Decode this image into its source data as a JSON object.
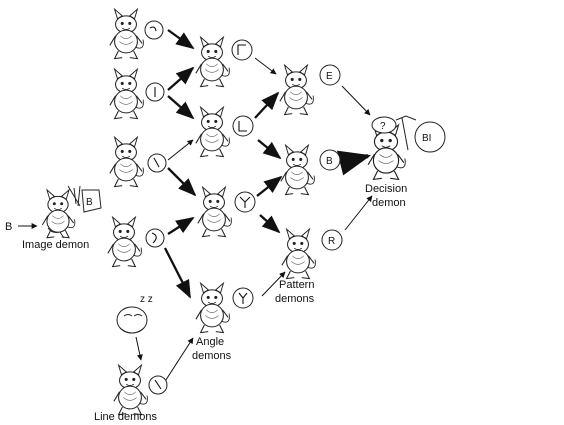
{
  "input_letter": "B",
  "labels": {
    "image": "Image demon",
    "line": "Line demons",
    "angle": [
      "Angle",
      "demons"
    ],
    "pattern": [
      "Pattern",
      "demons"
    ],
    "decision": [
      "Decision",
      "demon"
    ]
  },
  "bubbles": {
    "image": "B",
    "patterns": [
      "E",
      "B",
      "R"
    ],
    "decision_thought": "?",
    "decision_output": "BI"
  },
  "sleeping_demon_text": "z z"
}
